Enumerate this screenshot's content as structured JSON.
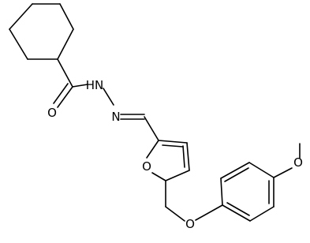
{
  "diagram": {
    "type": "chemical-structure",
    "atom_labels": {
      "carbonyl_oxygen": "O",
      "amide_nitrogen": "HN",
      "imine_nitrogen": "N",
      "furan_oxygen": "O",
      "ether_oxygen": "O",
      "methoxy_oxygen": "O"
    }
  }
}
